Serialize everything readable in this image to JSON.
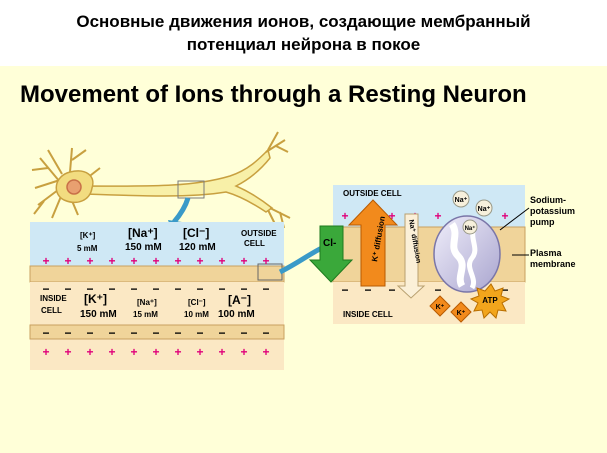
{
  "header": {
    "subtitle_line1": "Основные движения ионов, создающие мембранный",
    "subtitle_line2": "потенциал нейрона в покое"
  },
  "title": "Movement of Ions through a Resting Neuron",
  "left_panel": {
    "outside": {
      "k_ion": "[K⁺]",
      "k_conc": "5 mM",
      "na_ion": "[Na⁺]",
      "na_conc": "150 mM",
      "cl_ion": "[Cl⁻]",
      "cl_conc": "120 mM",
      "label_line1": "OUTSIDE",
      "label_line2": "CELL"
    },
    "inside": {
      "label_line1": "INSIDE",
      "label_line2": "CELL",
      "k_ion": "[K⁺]",
      "k_conc": "150 mM",
      "na_ion": "[Na⁺]",
      "na_conc": "15 mM",
      "cl_ion": "[Cl⁻]",
      "cl_conc": "10 mM",
      "a_ion": "[A⁻]",
      "a_conc": "100 mM"
    },
    "charges": {
      "positive": "+",
      "negative": "−"
    }
  },
  "right_panel": {
    "outside_label": "OUTSIDE CELL",
    "inside_label": "INSIDE CELL",
    "cl_label": "Cl-",
    "k_diffusion": "K⁺ diffusion",
    "na_diffusion": "Na⁺ diffusion",
    "na_bubble": "Na⁺",
    "k_bubble": "K⁺",
    "atp": "ATP",
    "pump_label": [
      "Sodium-",
      "potassium",
      "pump"
    ],
    "membrane_label": [
      "Plasma",
      "membrane"
    ]
  },
  "colors": {
    "background": "#ffffd8",
    "outside_fluid": "#cfe8f5",
    "inside_fluid": "#fbe8c4",
    "membrane": "#f0d49a",
    "plus": "#e0007a",
    "k_arrow": "#f28a1c",
    "cl_arrow": "#3aa83a",
    "leader": "#3a9ac8"
  }
}
